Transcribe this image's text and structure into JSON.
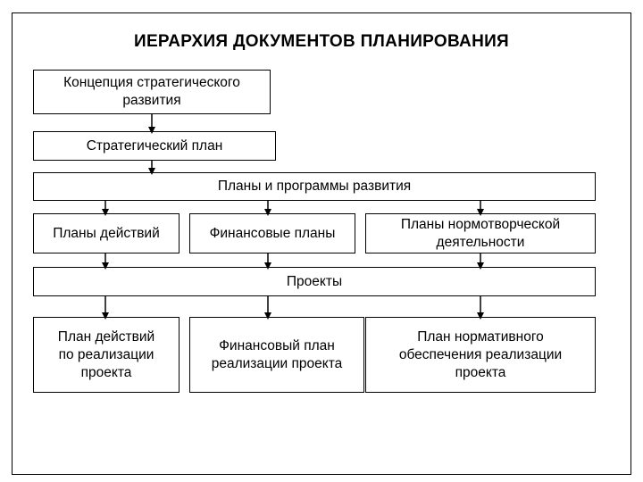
{
  "title": "ИЕРАРХИЯ ДОКУМЕНТОВ ПЛАНИРОВАНИЯ",
  "boxes": {
    "concept": "Концепция стратегического\nразвития",
    "strategic_plan": "Стратегический план",
    "development_plans": "Планы и программы развития",
    "action_plans": "Планы действий",
    "financial_plans": "Финансовые планы",
    "normative_plans": "Планы нормотворческой\nдеятельности",
    "projects": "Проекты",
    "project_action_plan": "План действий\nпо реализации\nпроекта",
    "project_financial_plan": "Финансовый план\nреализации проекта",
    "project_normative_plan": "План нормативного\nобеспечения реализации\nпроекта"
  },
  "colors": {
    "line": "#000000",
    "background": "#ffffff"
  }
}
